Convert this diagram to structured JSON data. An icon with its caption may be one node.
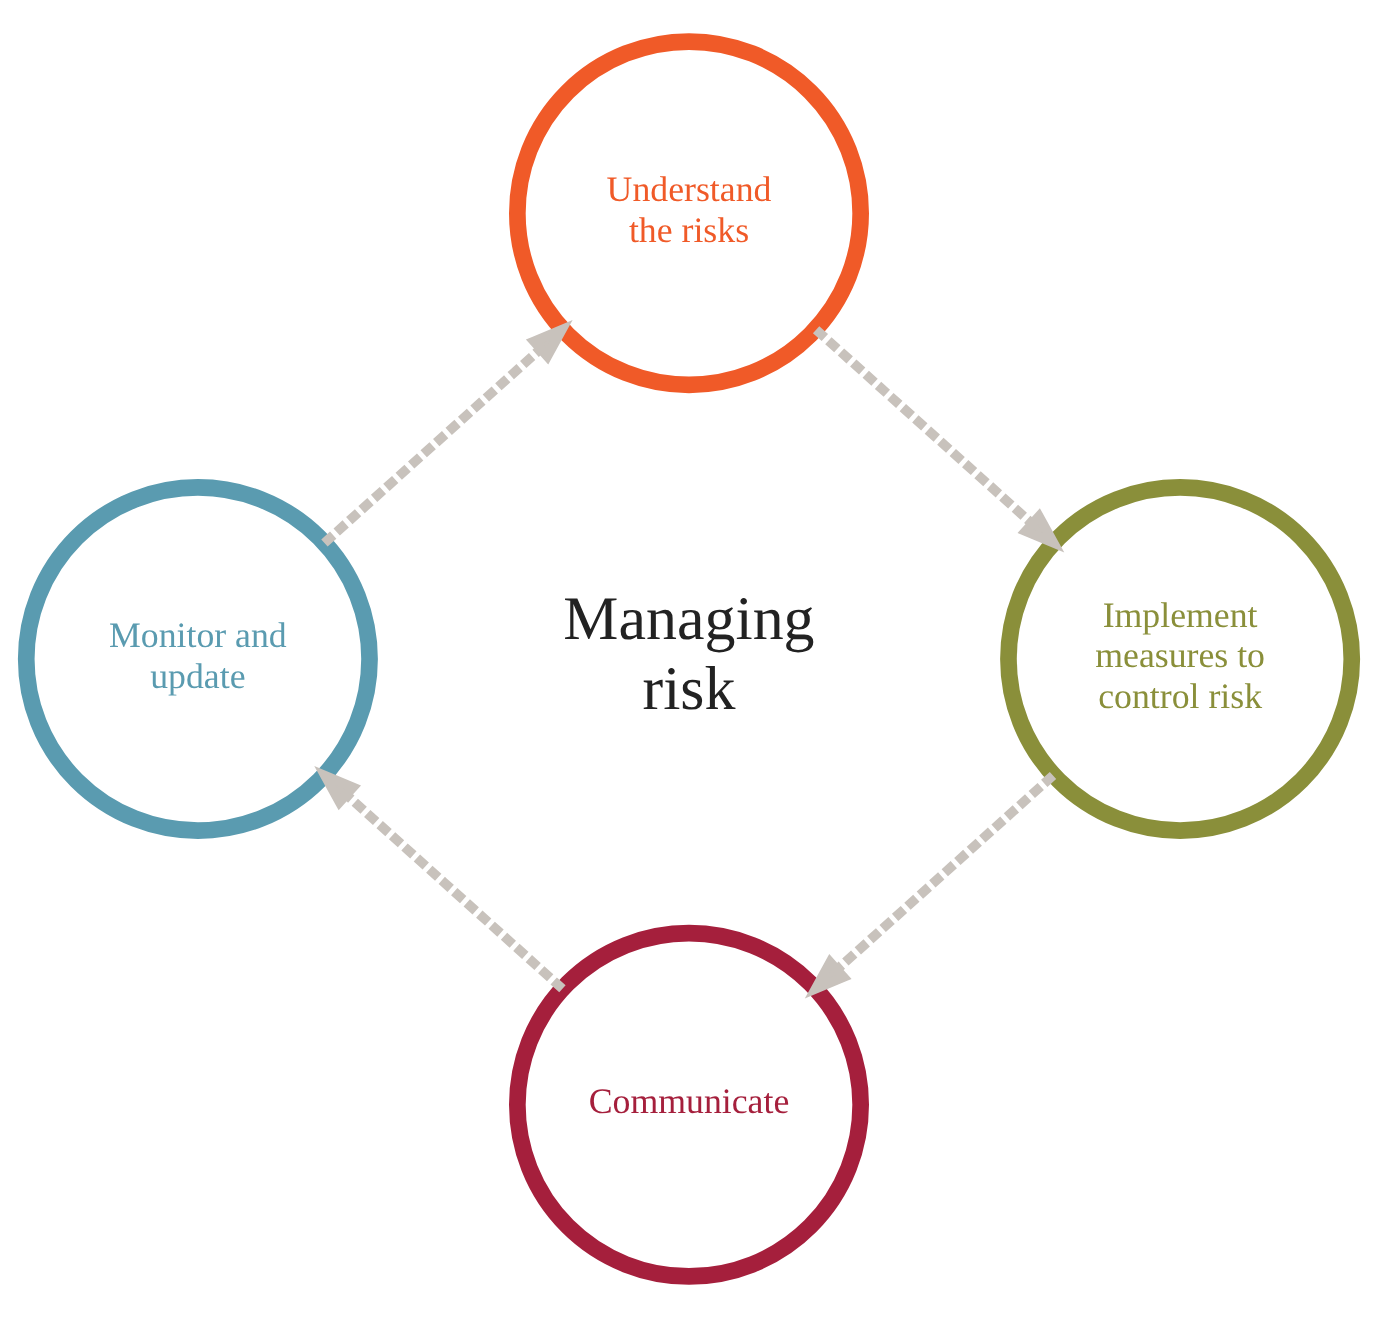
{
  "diagram": {
    "nodes": [
      {
        "text": [
          "Understand the risks"
        ]
      },
      {
        "text": [
          "Implement measures to control risk"
        ]
      },
      {
        "text": [
          "Communicate"
        ]
      },
      {
        "text": [
          "Monitor and update"
        ]
      }
    ],
    "edges": [
      {
        "from": 0,
        "to": 1,
        "arrow": "to",
        "style": "dashed"
      },
      {
        "from": 1,
        "to": 2,
        "arrow": "to",
        "style": "dashed"
      },
      {
        "from": 2,
        "to": 3,
        "arrow": "to",
        "style": "dashed"
      },
      {
        "from": 3,
        "to": 0,
        "arrow": "to",
        "style": "dashed"
      }
    ],
    "labels": [
      "Managing risk"
    ]
  }
}
